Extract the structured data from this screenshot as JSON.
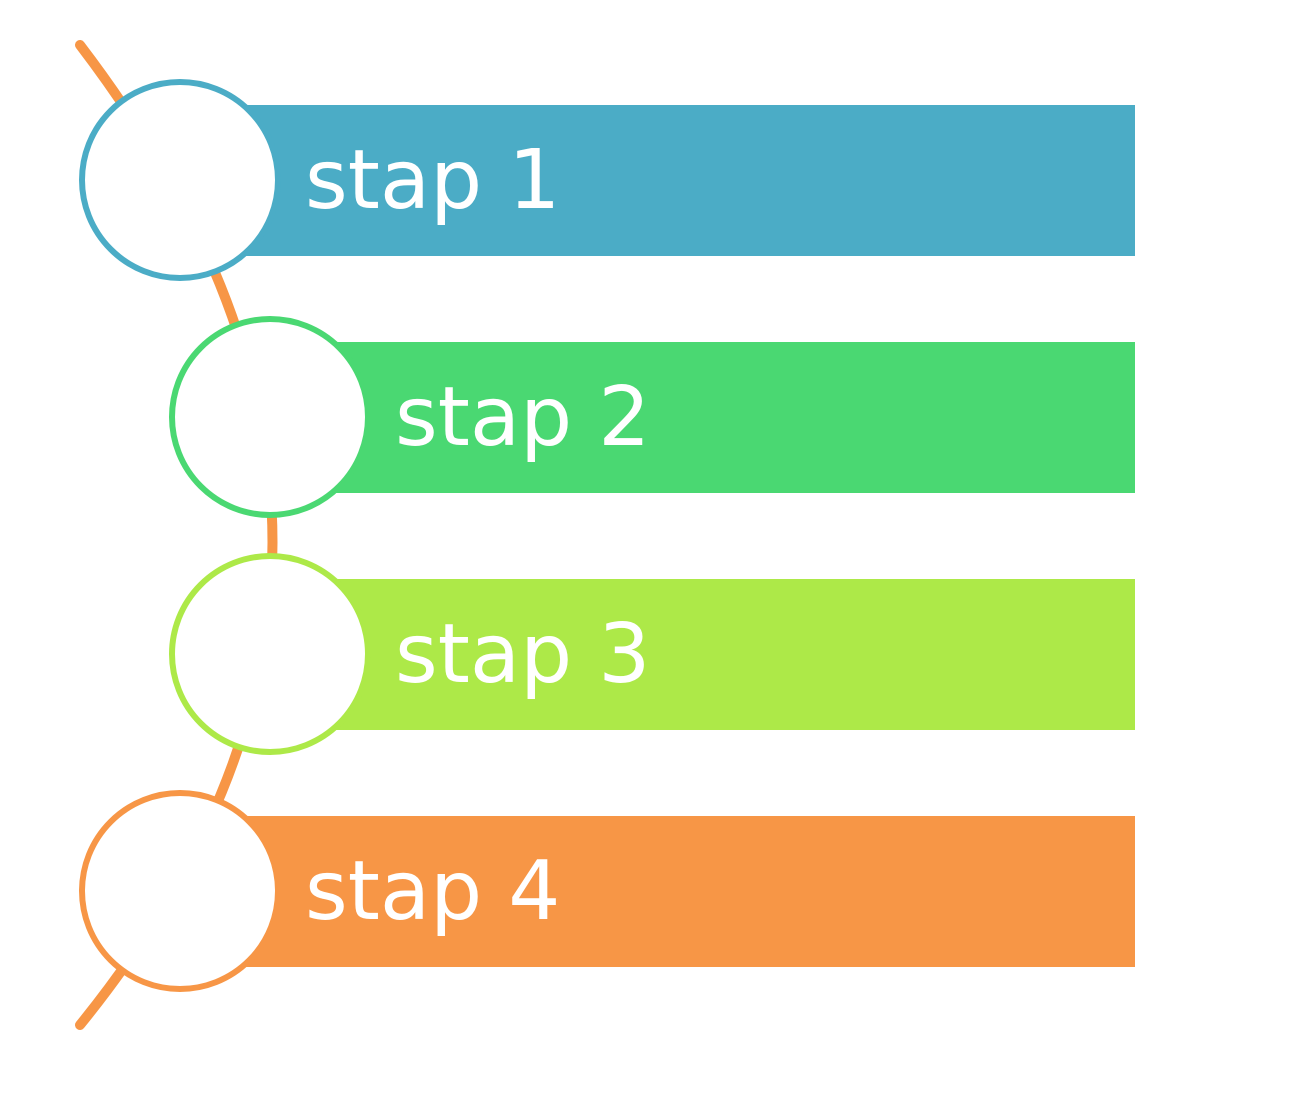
{
  "diagram": {
    "connector_color": "#F79646",
    "steps": [
      {
        "label": "stap 1",
        "color": "#4BACC6"
      },
      {
        "label": "stap 2",
        "color": "#4AD872"
      },
      {
        "label": "stap 3",
        "color": "#ADE948"
      },
      {
        "label": "stap 4",
        "color": "#F79646"
      }
    ]
  }
}
